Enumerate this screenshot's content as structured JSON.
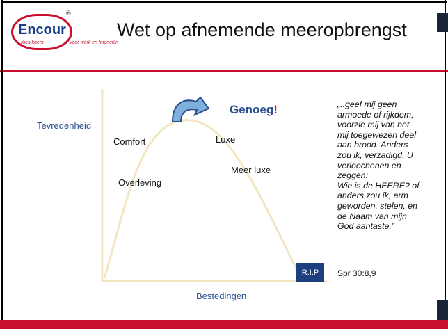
{
  "logo": {
    "name": "Encour",
    "registered": "®",
    "tagline_1": "Kies koers",
    "tagline_2": "voor werk en financiën"
  },
  "title": "Wet op afnemende meeropbrengst",
  "diagram": {
    "y_axis_label": "Tevredenheid",
    "x_axis_label": "Bestedingen",
    "stages": {
      "survival": "Overleving",
      "comfort": "Comfort",
      "luxury": "Luxe",
      "more_luxury": "Meer luxe"
    },
    "enough": "Genoeg",
    "enough_mark": "!",
    "rip": "R.I.P"
  },
  "quote": {
    "lines": [
      "„..geef mij geen",
      "armoede of rijkdom,",
      "voorzie mij van het",
      "mij toegewezen deel",
      "aan brood. Anders",
      "zou ik, verzadigd, U",
      "verloochenen en",
      "zeggen:",
      "Wie is de HEERE? of",
      "anders zou ik, arm",
      "geworden, stelen, en",
      "de Naam van mijn",
      "God aantaste.”"
    ],
    "reference": "Spr 30:8,9"
  },
  "colors": {
    "brand_red": "#c8102e",
    "brand_blue": "#1d3f80",
    "curve": "#f1e6bf",
    "dark_tab": "#1b2436"
  }
}
